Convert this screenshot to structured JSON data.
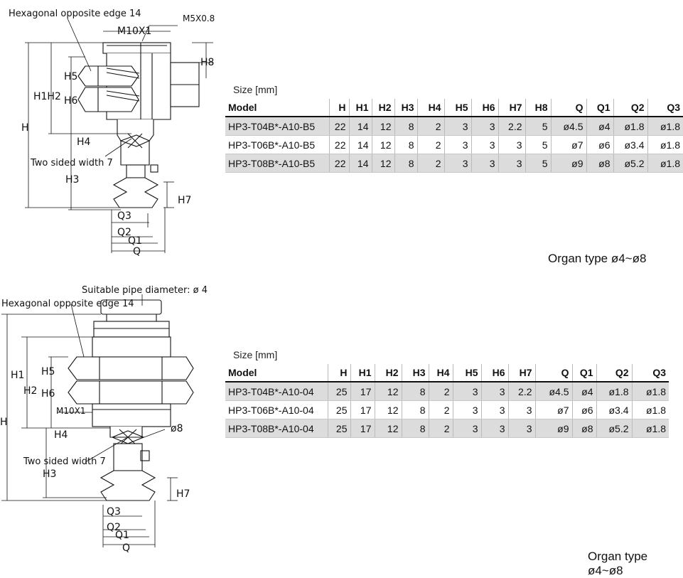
{
  "sections": [
    {
      "drawing": {
        "hex_label": "Hexagonal opposite edge 14",
        "thread_label": "M10X1",
        "port_label": "M5X0.8",
        "two_sided_label": "Two sided width 7",
        "dims": {
          "h": "H",
          "h1h2": "H1H2",
          "h3": "H3",
          "h4": "H4",
          "h5": "H5",
          "h6": "H6",
          "h7": "H7",
          "h8": "H8",
          "q": "Q",
          "q1": "Q1",
          "q2": "Q2",
          "q3": "Q3"
        }
      },
      "size_label": "Size [mm]",
      "columns": [
        "Model",
        "H",
        "H1",
        "H2",
        "H3",
        "H4",
        "H5",
        "H6",
        "H7",
        "H8",
        "Q",
        "Q1",
        "Q2",
        "Q3"
      ],
      "rows": [
        [
          "HP3-T04B*-A10-B5",
          "22",
          "14",
          "12",
          "8",
          "2",
          "3",
          "3",
          "2.2",
          "5",
          "ø4.5",
          "ø4",
          "ø1.8",
          "ø1.8"
        ],
        [
          "HP3-T06B*-A10-B5",
          "22",
          "14",
          "12",
          "8",
          "2",
          "3",
          "3",
          "3",
          "5",
          "ø7",
          "ø6",
          "ø3.4",
          "ø1.8"
        ],
        [
          "HP3-T08B*-A10-B5",
          "22",
          "14",
          "12",
          "8",
          "2",
          "3",
          "3",
          "3",
          "5",
          "ø9",
          "ø8",
          "ø5.2",
          "ø1.8"
        ]
      ],
      "organ_label": "Organ type ø4~ø8"
    },
    {
      "drawing": {
        "pipe_label": "Suitable pipe diameter: ø 4",
        "hex_label": "Hexagonal opposite edge 14",
        "thread_label": "M10X1",
        "bore_label": "ø8",
        "two_sided_label": "Two sided width 7",
        "dims": {
          "h": "H",
          "h1": "H1",
          "h2": "H2",
          "h3": "H3",
          "h4": "H4",
          "h5": "H5",
          "h6": "H6",
          "h7": "H7",
          "q": "Q",
          "q1": "Q1",
          "q2": "Q2",
          "q3": "Q3"
        }
      },
      "size_label": "Size [mm]",
      "columns": [
        "Model",
        "H",
        "H1",
        "H2",
        "H3",
        "H4",
        "H5",
        "H6",
        "H7",
        "Q",
        "Q1",
        "Q2",
        "Q3"
      ],
      "rows": [
        [
          "HP3-T04B*-A10-04",
          "25",
          "17",
          "12",
          "8",
          "2",
          "3",
          "3",
          "2.2",
          "ø4.5",
          "ø4",
          "ø1.8",
          "ø1.8"
        ],
        [
          "HP3-T06B*-A10-04",
          "25",
          "17",
          "12",
          "8",
          "2",
          "3",
          "3",
          "3",
          "ø7",
          "ø6",
          "ø3.4",
          "ø1.8"
        ],
        [
          "HP3-T08B*-A10-04",
          "25",
          "17",
          "12",
          "8",
          "2",
          "3",
          "3",
          "3",
          "ø9",
          "ø8",
          "ø5.2",
          "ø1.8"
        ]
      ],
      "organ_label": "Organ type ø4~ø8"
    }
  ]
}
